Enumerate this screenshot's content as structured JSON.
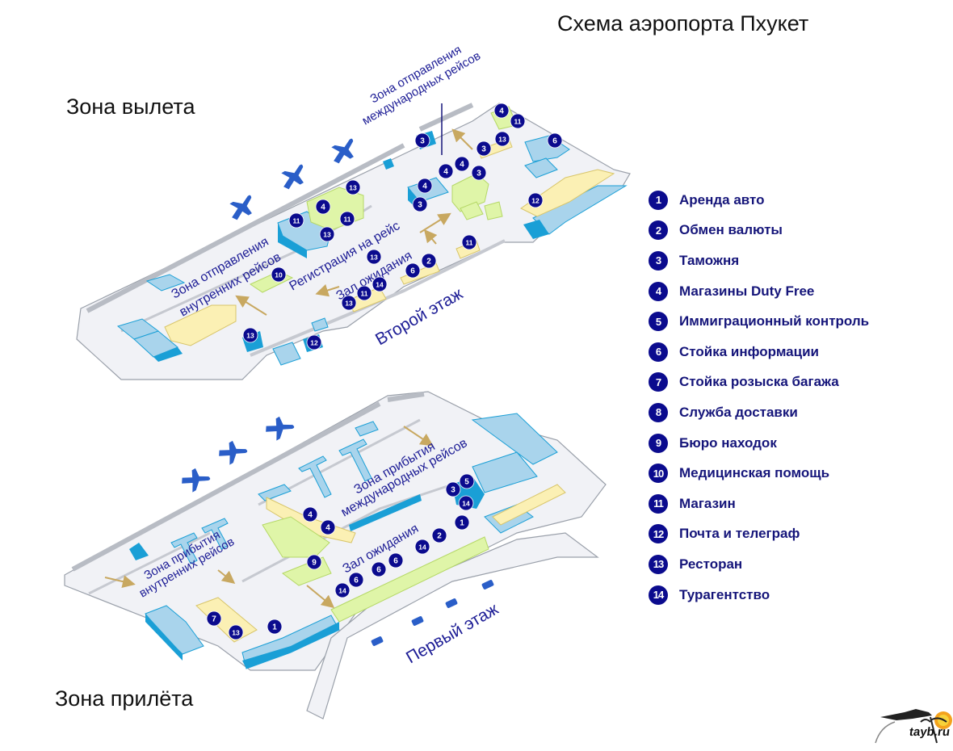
{
  "title": "Схема аэропорта Пхукет",
  "zones": {
    "departure": "Зона вылета",
    "arrival": "Зона прилёта"
  },
  "floors": {
    "second": {
      "name": "Второй этаж",
      "areas": {
        "intl_departure_line1": "Зона отправления",
        "intl_departure_line2": "международных рейсов",
        "domestic_departure_line1": "Зона отправления",
        "domestic_departure_line2": "внутренних рейсов",
        "checkin": "Регистрация на рейс",
        "waiting_hall": "Зал ожидания"
      },
      "markers": [
        "4",
        "11",
        "13",
        "3",
        "6",
        "4",
        "3",
        "3",
        "4",
        "4",
        "3",
        "13",
        "4",
        "11",
        "11",
        "13",
        "12",
        "11",
        "13",
        "2",
        "6",
        "10",
        "14",
        "11",
        "13",
        "13",
        "12"
      ]
    },
    "first": {
      "name": "Первый этаж",
      "areas": {
        "intl_arrival_line1": "Зона прибытия",
        "intl_arrival_line2": "международных рейсов",
        "domestic_arrival_line1": "Зона прибытия",
        "domestic_arrival_line2": "внутренних рейсов",
        "waiting_hall": "Зал ожидания"
      },
      "markers": [
        "3",
        "5",
        "14",
        "1",
        "2",
        "14",
        "6",
        "6",
        "6",
        "14",
        "4",
        "4",
        "9",
        "7",
        "13",
        "1"
      ]
    }
  },
  "legend": [
    {
      "num": "1",
      "label": "Аренда авто"
    },
    {
      "num": "2",
      "label": "Обмен валюты"
    },
    {
      "num": "3",
      "label": "Таможня"
    },
    {
      "num": "4",
      "label": "Магазины Duty Free"
    },
    {
      "num": "5",
      "label": "Иммиграционный контроль"
    },
    {
      "num": "6",
      "label": "Стойка информации"
    },
    {
      "num": "7",
      "label": "Стойка розыска багажа"
    },
    {
      "num": "8",
      "label": "Служба доставки"
    },
    {
      "num": "9",
      "label": "Бюро находок"
    },
    {
      "num": "10",
      "label": "Медицинская помощь"
    },
    {
      "num": "11",
      "label": "Магазин"
    },
    {
      "num": "12",
      "label": "Почта и телеграф"
    },
    {
      "num": "13",
      "label": "Ресторан"
    },
    {
      "num": "14",
      "label": "Турагентство"
    }
  ],
  "colors": {
    "marker": "#0b0b8e",
    "legend_text": "#15157a",
    "area_label": "#1e1e96",
    "floor_fill": "#f1f2f6",
    "blue_block": "#a9d4ec",
    "blue_block_side": "#1a9fd6",
    "yellow_block": "#fbf0b4",
    "green_block": "#dff5a8",
    "arrow": "#c8a860",
    "plane": "#2a5ec8"
  },
  "watermark": "tayb.ru"
}
